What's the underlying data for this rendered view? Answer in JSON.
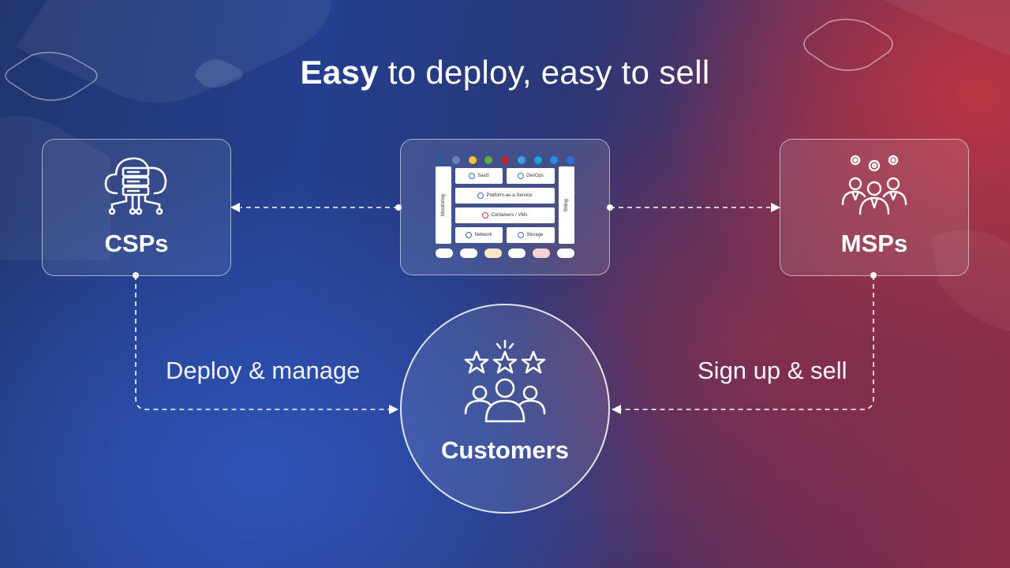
{
  "title": {
    "bold": "Easy",
    "rest": " to deploy, easy to sell"
  },
  "nodes": {
    "csps": {
      "label": "CSPs",
      "icon": "cloud-server-icon"
    },
    "msps": {
      "label": "MSPs",
      "icon": "team-gears-icon"
    },
    "platform": {
      "icon": "platform-stack-diagram",
      "left_column": "Monitoring",
      "right_column": "Billing",
      "rows": [
        [
          "SaaS",
          "DevOps"
        ],
        [
          "Platform-as-a-Service"
        ],
        [
          "Containers / VMs"
        ],
        [
          "Network",
          "Storage"
        ]
      ]
    },
    "customers": {
      "label": "Customers",
      "icon": "rated-customers-icon"
    }
  },
  "edges": {
    "deploy_label": "Deploy & manage",
    "sign_label": "Sign up & sell"
  },
  "colors": {
    "line": "#ffffff",
    "accent_blue": "#2f54b8",
    "accent_red": "#b83644"
  }
}
